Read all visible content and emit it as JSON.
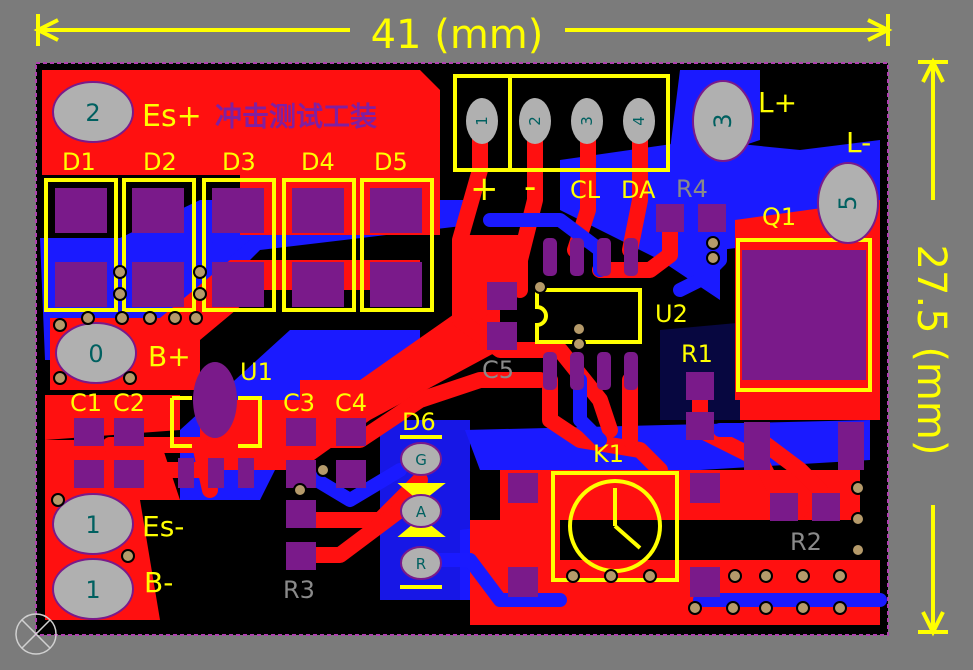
{
  "dimensions": {
    "width_label": "41 (mm)",
    "height_label": "27.5 (mm)"
  },
  "title": {
    "label": "Es+",
    "chinese": "冲击测试工装"
  },
  "connectors": {
    "j2": {
      "num": "2",
      "label": "Es+"
    },
    "j0": {
      "num": "0",
      "label": "B+"
    },
    "j1a": {
      "num": "1",
      "label": "Es-"
    },
    "j1b": {
      "num": "1",
      "label": "B-"
    },
    "j3": {
      "num": "3",
      "label": "L+"
    },
    "j5": {
      "num": "5",
      "label": "L-"
    }
  },
  "header_pins": {
    "nums": [
      "1",
      "2",
      "3",
      "4"
    ],
    "labels": [
      "+",
      "-",
      "CL",
      "DA"
    ]
  },
  "diodes": [
    "D1",
    "D2",
    "D3",
    "D4",
    "D5"
  ],
  "components": {
    "u1": "U1",
    "u2": "U2",
    "q1": "Q1",
    "k1": "K1",
    "d6": "D6",
    "c1": "C1",
    "c2": "C2",
    "c3": "C3",
    "c4": "C4",
    "c5": "C5",
    "r1": "R1",
    "r2": "R2",
    "r3": "R3",
    "r4": "R4"
  },
  "led": {
    "g": "G",
    "a": "A",
    "r": "R"
  },
  "colors": {
    "background": "#7b7b7b",
    "board": "#000000",
    "top_copper": "#ff1010",
    "bottom_copper": "#1a1aff",
    "pad": "#7a1a8a",
    "silkscreen": "#ffff00",
    "via": "#b59a6a"
  }
}
